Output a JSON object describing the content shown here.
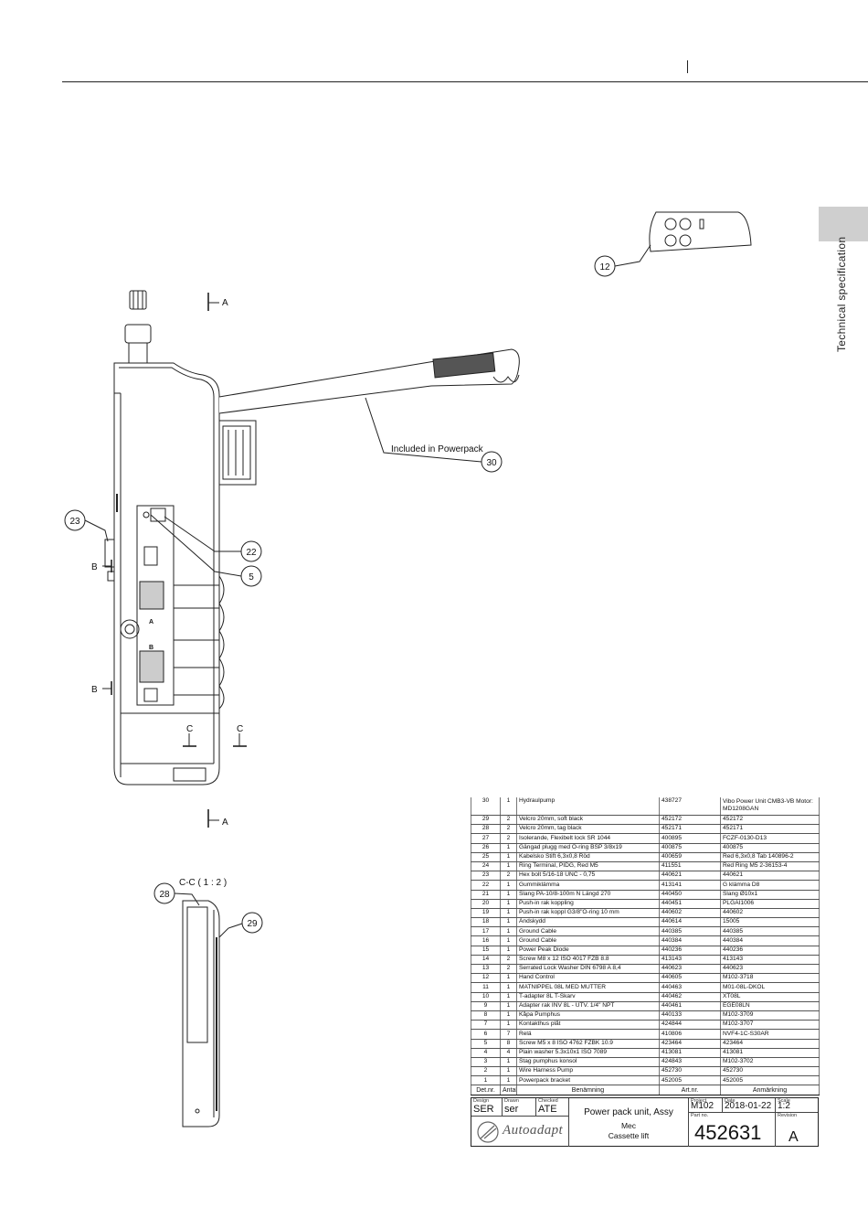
{
  "header": {
    "section_label": "Technical specification"
  },
  "callouts": {
    "c12": "12",
    "c30": "30",
    "c23": "23",
    "c22": "22",
    "c5": "5",
    "c28": "28",
    "c29": "29",
    "included_text": "Included in Powerpack",
    "sec_a_top": "A",
    "sec_a_bot": "A",
    "sec_b1": "B",
    "sec_b2": "B",
    "sec_c_left": "C",
    "sec_c_right": "C",
    "section_cc_title": "C-C ( 1 : 2 )",
    "panel_label_a": "A",
    "panel_label_b": "B"
  },
  "bom": {
    "rows": [
      [
        "30",
        "1",
        "Hydraulpump",
        "438727",
        "Vibo Power Unit CMB3-VB Motor: MD1208GAN"
      ],
      [
        "29",
        "2",
        "Velcro 20mm, soft black",
        "452172",
        "452172"
      ],
      [
        "28",
        "2",
        "Velcro 20mm, tag black",
        "452171",
        "452171"
      ],
      [
        "27",
        "2",
        "Isolerande, Flexibelt lock SR 1044",
        "400895",
        "FCZF-0130-D13"
      ],
      [
        "26",
        "1",
        "Gängad plugg med O-ring BSP 3/8x19",
        "400875",
        "400875"
      ],
      [
        "25",
        "1",
        "Kabelsko Stift 6,3x0,8 Röd",
        "400659",
        "Red 6,3x0,8 Tab 140896-2"
      ],
      [
        "24",
        "1",
        "Ring Terminal, PIDG, Red M5",
        "411551",
        "Red Ring M5 2-36153-4"
      ],
      [
        "23",
        "2",
        "Hex bolt 5/16-18 UNC - 0,75",
        "440621",
        "440621"
      ],
      [
        "22",
        "1",
        "Gummiklämma",
        "413141",
        "G klämma D8"
      ],
      [
        "21",
        "1",
        "Slang PA-10/8-100m N Längd 270",
        "440450",
        "Slang Ø10x1"
      ],
      [
        "20",
        "1",
        "Push-in rak koppling",
        "440451",
        "PLGAI1006"
      ],
      [
        "19",
        "1",
        "Push-in rak koppl G3/8\"O-ring 10 mm",
        "440602",
        "440602"
      ],
      [
        "18",
        "1",
        "Ändskydd",
        "440614",
        "15005"
      ],
      [
        "17",
        "1",
        "Ground Cable",
        "440385",
        "440385"
      ],
      [
        "16",
        "1",
        "Ground Cable",
        "440384",
        "440384"
      ],
      [
        "15",
        "1",
        "Power Peak Diode",
        "440236",
        "440236"
      ],
      [
        "14",
        "2",
        "Screw M8 x 12 ISO 4017 FZB 8.8",
        "413143",
        "413143"
      ],
      [
        "13",
        "2",
        "Serrated Lock Washer DIN 6798 A 8,4",
        "440623",
        "440623"
      ],
      [
        "12",
        "1",
        "Hand Control",
        "440605",
        "M102-3718"
      ],
      [
        "11",
        "1",
        "MATNIPPEL 08L MED MUTTER",
        "440463",
        "M01-08L-DKOL"
      ],
      [
        "10",
        "1",
        "T-adapter 8L T-Skarv",
        "440462",
        "XT08L"
      ],
      [
        "9",
        "1",
        "Adapter rak INV 8L - UTV. 1/4\" NPT",
        "440461",
        "EGE08LN"
      ],
      [
        "8",
        "1",
        "Kåpa Pumphus",
        "440133",
        "M102-3709"
      ],
      [
        "7",
        "1",
        "Kontakthus plåt",
        "424844",
        "M102-3707"
      ],
      [
        "6",
        "7",
        "Relä",
        "410806",
        "NVF4-1C-S30AR"
      ],
      [
        "5",
        "8",
        "Screw M5 x 8 ISO 4762 FZBK 10.9",
        "423464",
        "423464"
      ],
      [
        "4",
        "4",
        "Plain washer 5.3x10x1 ISO 7089",
        "413081",
        "413081"
      ],
      [
        "3",
        "1",
        "Stag pumphus konsol",
        "424843",
        "M102-3702"
      ],
      [
        "2",
        "1",
        "Wire Harness Pump",
        "452730",
        "452730"
      ],
      [
        "1",
        "1",
        "Powerpack bracket",
        "452005",
        "452005"
      ]
    ],
    "head": [
      "Det.nr.",
      "Antal",
      "Benämning",
      "Art.nr.",
      "Anmärkning"
    ]
  },
  "title_block": {
    "design_lbl": "Design",
    "design_val": "SER",
    "drawn_lbl": "Drawn",
    "drawn_val": "ser",
    "checked_lbl": "Checked",
    "checked_val": "ATE",
    "title_line1": "Power pack unit, Assy",
    "title_line2": "Mec",
    "title_line3": "Cassette lift",
    "project_lbl": "Project",
    "project_val": "M102",
    "date_lbl": "Date",
    "date_val": "2018-01-22",
    "scale_lbl": "Scale",
    "scale_val": "1:2",
    "partno_lbl": "Part no.",
    "partno_val": "452631",
    "revision_lbl": "Revision",
    "revision_val": "A",
    "logo_text": "Autoadapt"
  }
}
